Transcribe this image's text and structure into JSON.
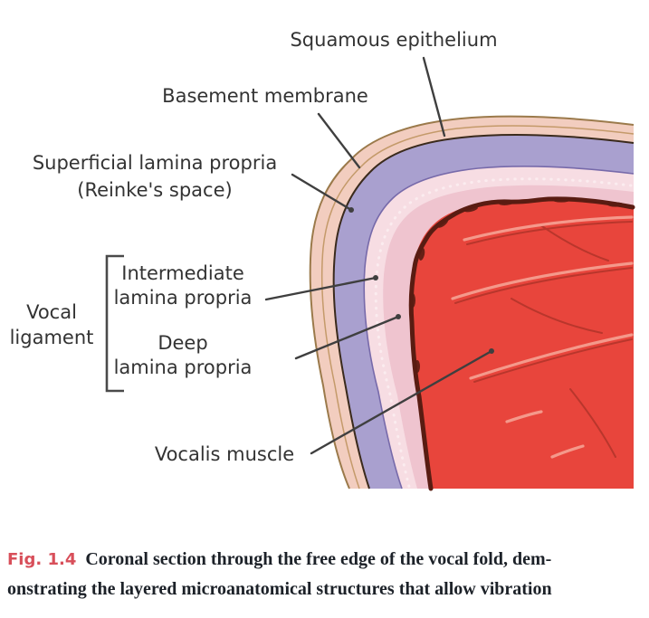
{
  "figure": {
    "labels": {
      "squamous_epithelium": "Squamous epithelium",
      "basement_membrane": "Basement membrane",
      "superficial_line1": "Superficial lamina propria",
      "superficial_line2": "(Reinke's space)",
      "vocal_line1": "Vocal",
      "vocal_line2": "ligament",
      "intermediate_line1": "Intermediate",
      "intermediate_line2": "lamina propria",
      "deep_line1": "Deep",
      "deep_line2": "lamina propria",
      "vocalis_muscle": "Vocalis muscle"
    },
    "caption": {
      "tag": "Fig. 1.4",
      "line1": "Coronal section through the free edge of the vocal fold, dem-",
      "line2": "onstrating the layered microanatomical structures that allow vibration"
    },
    "colors": {
      "epithelium": "#f2cdbf",
      "epithelium_outline": "#9b7a4b",
      "superficial_purple": "#a9a0cf",
      "intermediate_pink": "#f7dde3",
      "deep_pink": "#efc4cf",
      "muscle_red": "#e8453c",
      "muscle_outline": "#591c12",
      "figure_tag_red": "#d84f5a",
      "caption_text": "#1c2128",
      "label_text": "#333333"
    }
  }
}
